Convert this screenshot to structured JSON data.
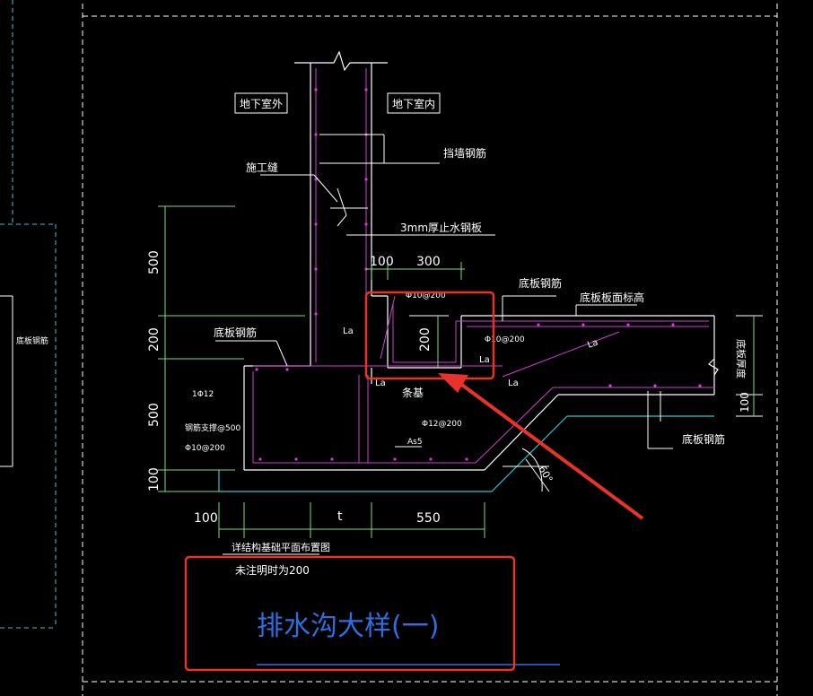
{
  "colors": {
    "background": "#000000",
    "frame": "#ffffff",
    "wall_outline": "#ffffff",
    "rebar": "#d43cd4",
    "dimension": "#7ddc7d",
    "cyan": "#33c6d0",
    "blue_title": "#2e6fe0",
    "annotation_red": "#e8322a"
  },
  "labels": {
    "underground_outside": "地下室外",
    "underground_inside": "地下室内",
    "retaining_wall_rebar": "挡墙钢筋",
    "construction_joint": "施工缝",
    "water_stop": "3mm厚止水钢板",
    "slab_rebar_top": "底板钢筋",
    "slab_top_elevation": "底板板面标高",
    "slab_rebar_left": "底板钢筋",
    "slab_rebar_bottom": "底板钢筋",
    "slab_thickness": "底板厚度",
    "strip_footing": "条基",
    "rebar_phi10_200_top": "Φ10@200",
    "rebar_phi10_200_mid": "Φ10@200",
    "rebar_phi12_200": "Φ12@200",
    "rebar_1phi12": "1Φ12",
    "rebar_stirrup": "钢筋支撑@500",
    "rebar_phi10_200_left": "Φ10@200",
    "as5": "As5",
    "la_1": "La",
    "la_2": "La",
    "la_3": "La",
    "la_4": "La",
    "la_5": "La",
    "angle": "60°",
    "left_panel_text": "底板钢筋",
    "note_1": "详结构基础平面布置图",
    "note_2": "未注明时为200",
    "title": "排水沟大样(一)"
  },
  "dimensions": {
    "v_500_top": "500",
    "v_200": "200",
    "v_500_bottom": "500",
    "v_100_left": "100",
    "h_100_top": "100",
    "h_300": "300",
    "inner_200": "200",
    "h_100_bottom": "100",
    "h_t": "t",
    "h_550": "550",
    "v_100_right": "100"
  }
}
